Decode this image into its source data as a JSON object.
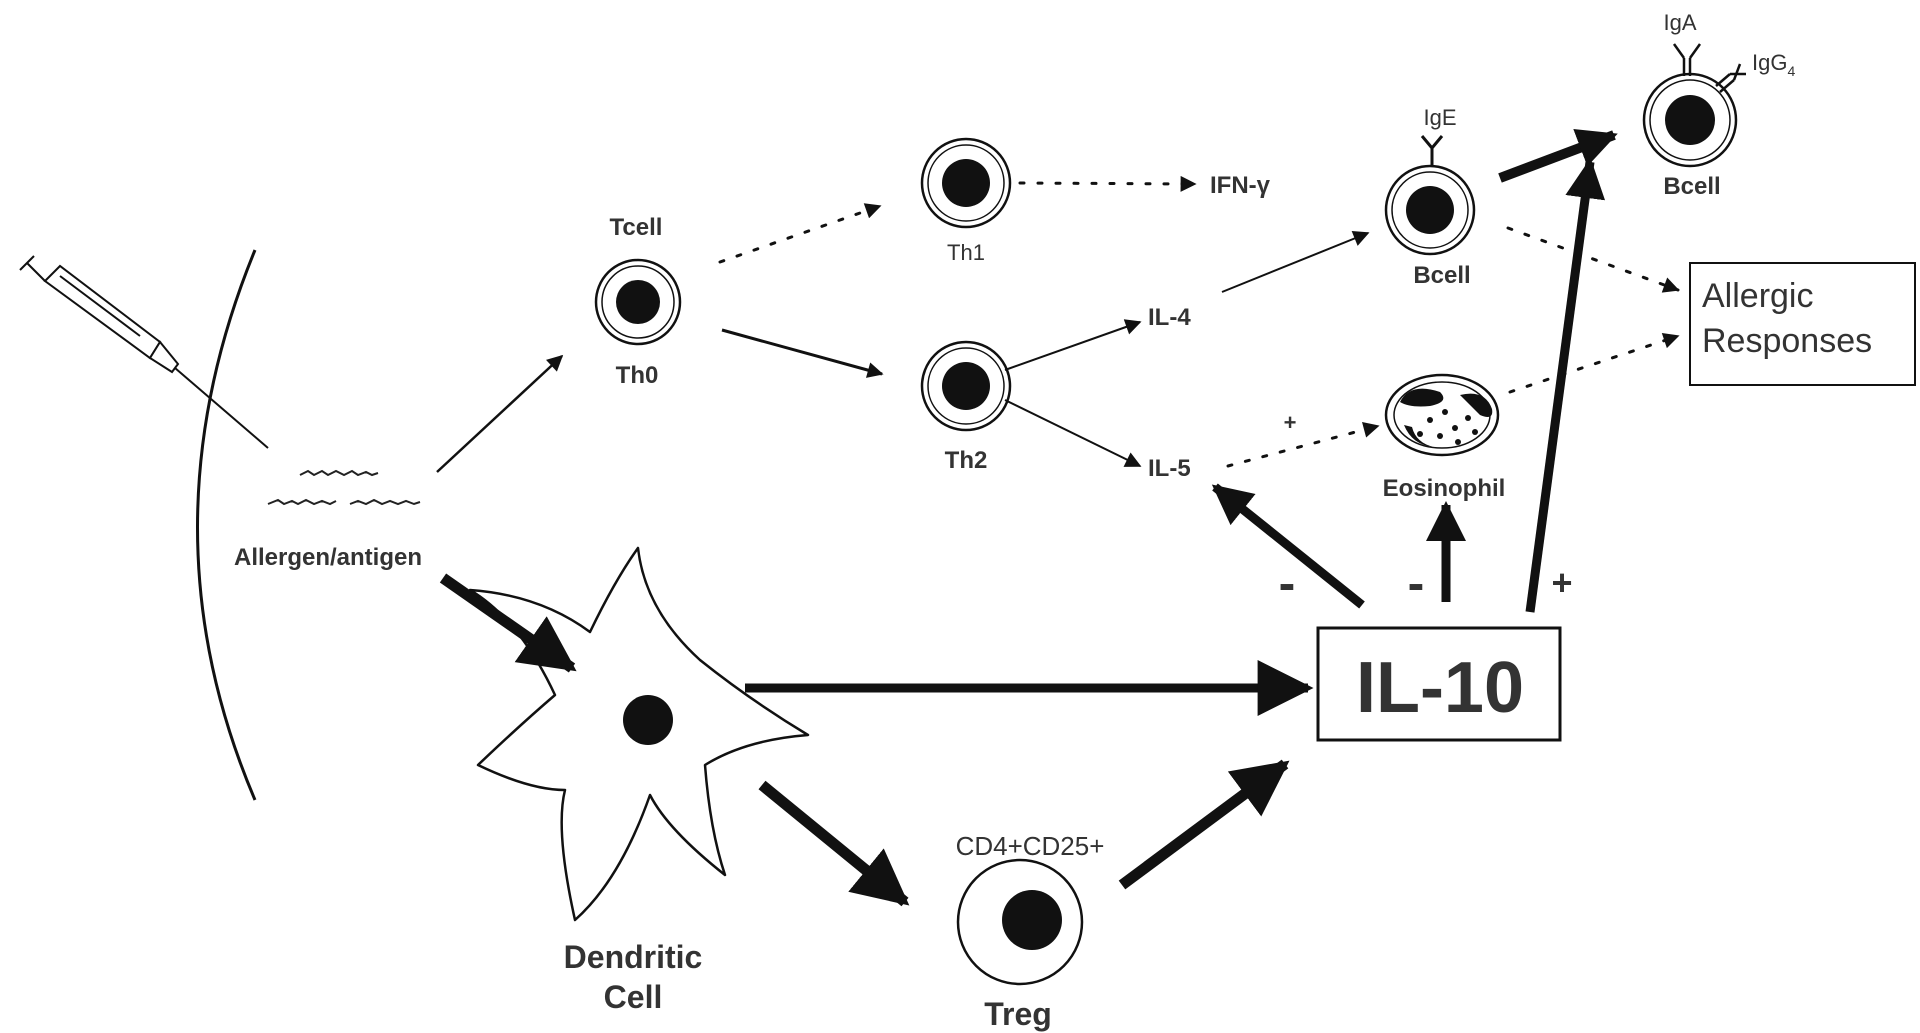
{
  "labels": {
    "allergen": "Allergen/antigen",
    "tcell_top": "Tcell",
    "th0": "Th0",
    "th1": "Th1",
    "th2": "Th2",
    "ifn_gamma": "IFN-γ",
    "il4": "IL-4",
    "il5": "IL-5",
    "bcell_mid": "Bcell",
    "bcell_top": "Bcell",
    "ige": "IgE",
    "iga": "IgA",
    "igg4_main": "IgG",
    "igg4_sub": "4",
    "eosinophil": "Eosinophil",
    "allergic_1": "Allergic",
    "allergic_2": "Responses",
    "il10": "IL-10",
    "dendritic_1": "Dendritic",
    "dendritic_2": "Cell",
    "treg_marker": "CD4+CD25+",
    "treg": "Treg",
    "plus_small": "+",
    "minus_1": "-",
    "minus_2": "-",
    "plus_big": "+"
  }
}
